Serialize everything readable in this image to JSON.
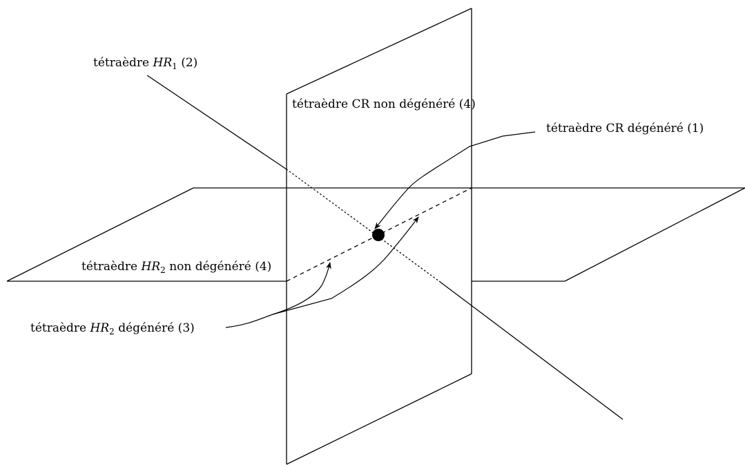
{
  "labels": {
    "hr1": {
      "prefix": "tétraèdre ",
      "var": "HR",
      "sub": "1",
      "suffix": " (2)"
    },
    "cr_nondeg": "tétraèdre CR non dégénéré (4)",
    "cr_deg": "tétraèdre CR dégénéré (1)",
    "hr2_nondeg": {
      "prefix": "tétraèdre ",
      "var": "HR",
      "sub": "2",
      "suffix": " non dégénéré (4)"
    },
    "hr2_deg": {
      "prefix": "tétraèdre ",
      "var": "HR",
      "sub": "2",
      "suffix": " dégénéré (3)"
    }
  }
}
